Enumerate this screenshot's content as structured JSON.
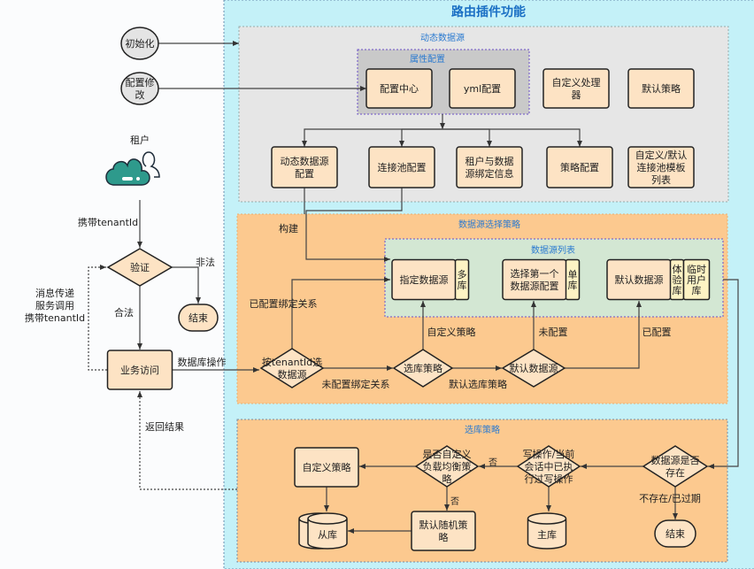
{
  "title": "路由插件功能",
  "colors": {
    "outer_panel": "#c4f1f8",
    "gray_panel": "#e6e6e6",
    "attr_panel": "#c9c9c9",
    "orange_panel": "#fcc98f",
    "green_panel": "#d3e7d3",
    "node_fill": "#fde3c4",
    "tab_fill": "#fdf3c4",
    "title": "#1a6fc4",
    "cloud": "#2e9a8c"
  },
  "external": {
    "init": [
      "初始化"
    ],
    "config_change": [
      "配置修",
      "改"
    ],
    "tenant_label": "租户",
    "carry_tenant": "携带tenantId",
    "verify": [
      "验证"
    ],
    "illegal": "非法",
    "end": [
      "结束"
    ],
    "legal": "合法",
    "business": [
      "业务访问"
    ],
    "db_op": "数据库操作",
    "return": "返回结果",
    "message": [
      "消息传递",
      "服务调用",
      "携带tenantId"
    ]
  },
  "dynamic": {
    "label": "动态数据源",
    "attr_label": "属性配置",
    "config_center": [
      "配置中心"
    ],
    "yml": [
      "yml配置"
    ],
    "custom_handler": [
      "自定义处理",
      "器"
    ],
    "default_strategy": [
      "默认策略"
    ],
    "ds_config": [
      "动态数据源",
      "配置"
    ],
    "pool_config": [
      "连接池配置"
    ],
    "tenant_binding": [
      "租户与数据",
      "源绑定信息"
    ],
    "strategy_config": [
      "策略配置"
    ],
    "pool_template": [
      "自定义/默认",
      "连接池模板",
      "列表"
    ]
  },
  "selection": {
    "label": "数据源选择策略",
    "build": "构建",
    "list_label": "数据源列表",
    "specified": [
      "指定数据源"
    ],
    "multi": [
      "多",
      "库"
    ],
    "first": [
      "选择第一个",
      "数据源配置"
    ],
    "single": [
      "单",
      "库"
    ],
    "default_ds": [
      "默认数据源"
    ],
    "trial": [
      "体",
      "验",
      "库"
    ],
    "temp": [
      "临时",
      "用户",
      "库"
    ],
    "by_tenant": [
      "按tenantId选",
      "数据源"
    ],
    "strategy": [
      "选库策略"
    ],
    "default_dec": [
      "默认数据源"
    ],
    "bound": "已配置绑定关系",
    "unbound": "未配置绑定关系",
    "custom": "自定义策略",
    "default_sel": "默认选库策略",
    "not_configured": "未配置",
    "configured": "已配置"
  },
  "routing": {
    "label": "选库策略",
    "exists": [
      "数据源是否",
      "存在"
    ],
    "write_op": [
      "写操作/当前",
      "会话中已执",
      "行过写操作"
    ],
    "custom_lb": [
      "是否自定义",
      "负载均衡策",
      "略"
    ],
    "custom_strategy": [
      "自定义策略"
    ],
    "random": [
      "默认随机策",
      "略"
    ],
    "slave": [
      "从库"
    ],
    "master": [
      "主库"
    ],
    "end": [
      "结束"
    ],
    "no1": "否",
    "no2": "否",
    "not_exist": "不存在/已过期"
  }
}
